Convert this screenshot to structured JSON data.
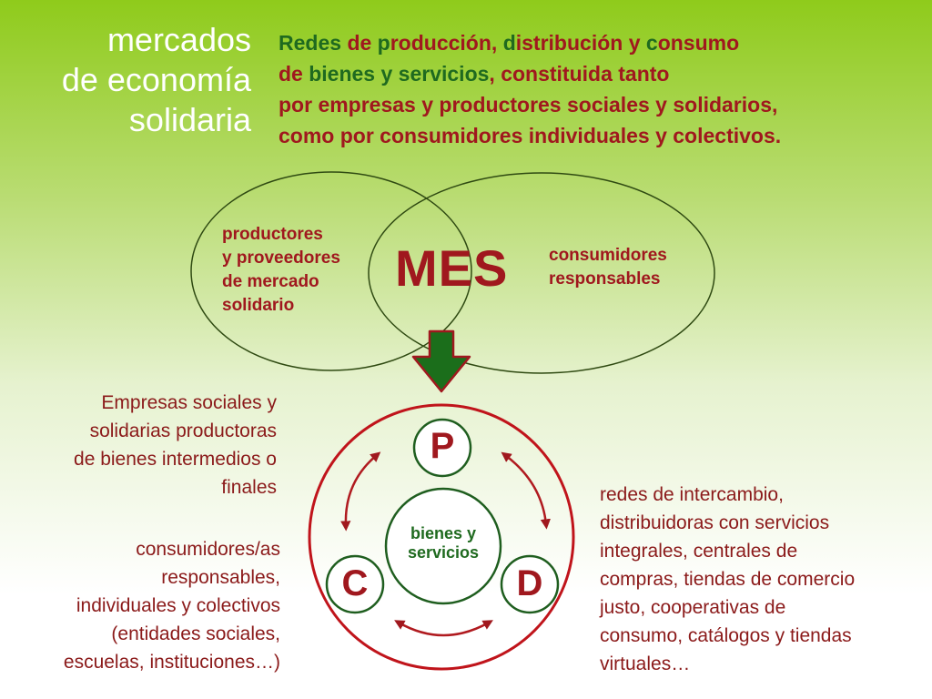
{
  "title": {
    "line1": "mercados",
    "line2": "de economía",
    "line3": "solidaria"
  },
  "definition": {
    "l1_a": "Redes ",
    "l1_b": "de ",
    "l1_c": "p",
    "l1_d": "roducción, ",
    "l1_e": "d",
    "l1_f": "istribución y ",
    "l1_g": "c",
    "l1_h": "onsumo",
    "l2_a": "de ",
    "l2_b": "bienes y servicios",
    "l2_c": ", constituida tanto",
    "line3": "por empresas y productores sociales y solidarios,",
    "line4": "como por consumidores individuales y colectivos."
  },
  "venn": {
    "left_label": [
      "productores",
      "y proveedores",
      "de mercado",
      "solidario"
    ],
    "center_label": "MES",
    "right_label": [
      "consumidores",
      "responsables"
    ]
  },
  "cycle": {
    "node_p": "P",
    "node_c": "C",
    "node_d": "D",
    "center_label": [
      "bienes y",
      "servicios"
    ]
  },
  "notes": {
    "empresas": [
      "Empresas sociales y",
      "solidarias productoras",
      "de bienes intermedios o",
      "finales"
    ],
    "consumidores": [
      "consumidores/as",
      "responsables,",
      "individuales y colectivos",
      "(entidades sociales,",
      "escuelas, instituciones…)"
    ],
    "redes": [
      "redes de intercambio,",
      "distribuidoras con servicios",
      "integrales, centrales de",
      "compras, tiendas de comercio",
      "justo, cooperativas de",
      "consumo, catálogos y tiendas",
      "virtuales…"
    ]
  },
  "colors": {
    "dark_red": "#a0181e",
    "dark_green": "#1f6a1f",
    "arrow_green": "#1b6e1b",
    "arrow_outline": "#a0181e"
  }
}
